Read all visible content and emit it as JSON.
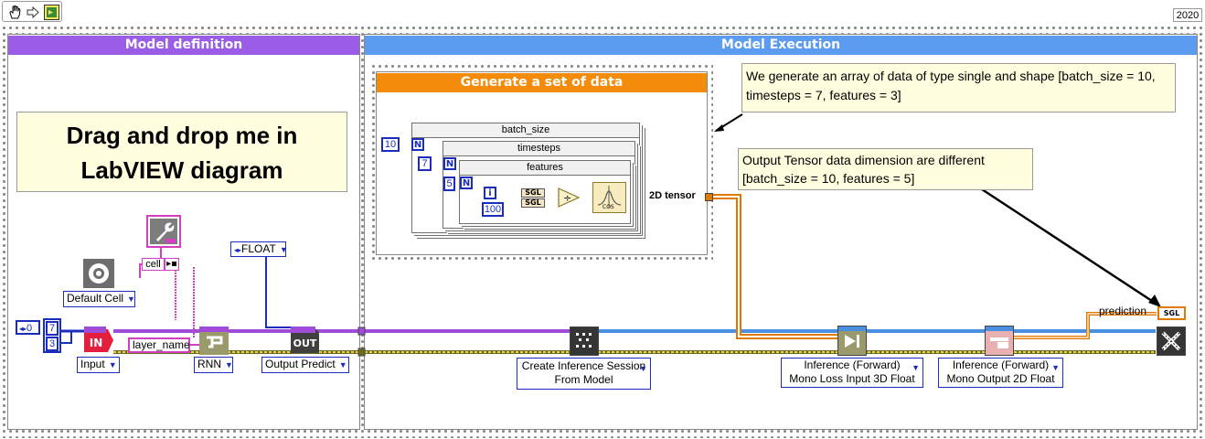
{
  "toolbar": {
    "run_icon": "hand-icon",
    "arrow_icon": "arrow-right-icon",
    "labview_icon": "labview-icon",
    "version": "2020"
  },
  "model_definition": {
    "title": "Model definition",
    "note": "Drag and drop me in LabVIEW diagram",
    "cell_ring": "Default Cell",
    "cell_label": "cell",
    "layer_name": "layer_name",
    "shape_constant": "0",
    "dim_values": [
      "7",
      "3"
    ],
    "in_label": "IN",
    "out_label": "OUT",
    "input_ring": "Input",
    "rnn_ring": "RNN",
    "float_ring": "FLOAT",
    "output_ring": "Output Predict"
  },
  "model_execution": {
    "title": "Model Execution",
    "generate_title": "Generate a set of data",
    "note_generate": "We generate an array of data of type single and shape [batch_size = 10, timesteps = 7, features = 3]",
    "note_output": "Output Tensor data dimension are different [batch_size = 10, features = 5]",
    "loops": [
      {
        "label": "batch_size",
        "count": "10"
      },
      {
        "label": "timesteps",
        "count": "7"
      },
      {
        "label": "features",
        "count": "5"
      }
    ],
    "iteration_label": "i",
    "n_label": "N",
    "sgl_label": "SGL",
    "constant_100": "100",
    "cos_label": "COS",
    "tensor_label": "2D tensor",
    "prediction_label": "prediction",
    "prediction_indicator": "SGL",
    "create_session": [
      "Create Inference Session",
      "From Model"
    ],
    "inference_3d": [
      "Inference (Forward)",
      "Mono Loss Input 3D Float"
    ],
    "inference_2d": [
      "Inference (Forward)",
      "Mono Output 2D Float"
    ]
  }
}
